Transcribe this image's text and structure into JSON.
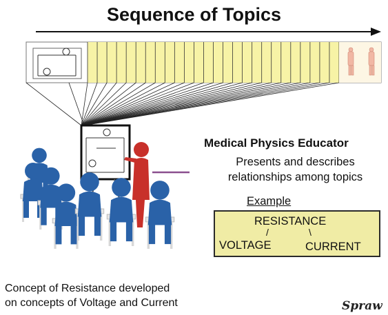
{
  "title": "Sequence of Topics",
  "educator": {
    "heading": "Medical  Physics Educator",
    "line1": "Presents and describes",
    "line2": "relationships among topics"
  },
  "example": {
    "label": "Example",
    "top": "RESISTANCE",
    "left": "VOLTAGE",
    "right": "CURRENT",
    "connector_left": "/",
    "connector_right": "\\"
  },
  "caption": {
    "line1": "Concept of Resistance developed",
    "line2": "on concepts of Voltage and Current"
  },
  "signature": "Spraw",
  "colors": {
    "strip_fill": "#f7f3a6",
    "box_fill": "#f0eca5",
    "person_blue": "#2a62a8",
    "presenter_red": "#c8302a",
    "connector": "#8a4e8e"
  }
}
